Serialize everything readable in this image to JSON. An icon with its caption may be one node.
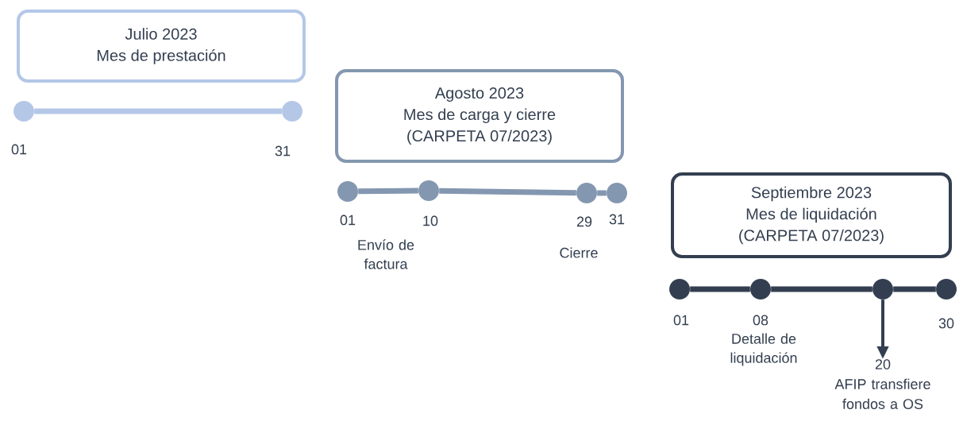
{
  "diagram": {
    "nodes": [
      {
        "text": [
          "Julio 2023",
          "Mes de prestación"
        ]
      },
      {
        "text": [],
        "shape": "circle",
        "beside": [
          "01"
        ]
      },
      {
        "text": [],
        "shape": "circle",
        "beside": [
          "31"
        ]
      },
      {
        "text": [
          "Agosto 2023",
          "Mes de carga y cierre",
          "(CARPETA 07/2023)"
        ]
      },
      {
        "text": [],
        "shape": "circle",
        "beside": [
          "01"
        ]
      },
      {
        "text": [],
        "shape": "circle",
        "beside": [
          "10",
          "Envío de factura"
        ]
      },
      {
        "text": [],
        "shape": "circle",
        "beside": [
          "29",
          "Cierre"
        ]
      },
      {
        "text": [],
        "shape": "circle",
        "beside": [
          "31"
        ]
      },
      {
        "text": [
          "Septiembre 2023",
          "Mes de liquidación",
          "(CARPETA 07/2023)"
        ]
      },
      {
        "text": [],
        "shape": "circle",
        "beside": [
          "01"
        ]
      },
      {
        "text": [],
        "shape": "circle",
        "beside": [
          "08",
          "Detalle de liquidación"
        ]
      },
      {
        "text": [],
        "shape": "circle"
      },
      {
        "text": [],
        "shape": "circle",
        "beside": [
          "30"
        ]
      },
      {
        "text": [
          "20",
          "AFIP transfiere fondos a OS"
        ]
      }
    ],
    "edges": [
      {
        "from": 1,
        "to": 2,
        "arrow": "none",
        "color": "#b4c7e7"
      },
      {
        "from": 4,
        "to": 5,
        "arrow": "none",
        "color": "#8497b0"
      },
      {
        "from": 5,
        "to": 6,
        "arrow": "none",
        "color": "#8497b0"
      },
      {
        "from": 6,
        "to": 7,
        "arrow": "none",
        "color": "#8497b0"
      },
      {
        "from": 9,
        "to": 10,
        "arrow": "none"
      },
      {
        "from": 10,
        "to": 11,
        "arrow": "none"
      },
      {
        "from": 11,
        "to": 12,
        "arrow": "none"
      },
      {
        "from": 11,
        "to": 13,
        "arrow": "to"
      }
    ]
  }
}
